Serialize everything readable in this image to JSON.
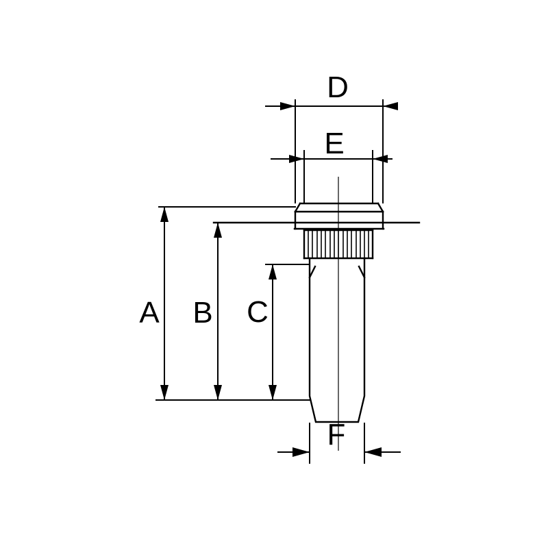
{
  "figure": {
    "kind": "technical-drawing",
    "subject": "wheel stud bolt with dimension callouts",
    "background_color": "#ffffff",
    "line_color": "#000000"
  },
  "labels": {
    "A": "A",
    "B": "B",
    "C": "C",
    "D": "D",
    "E": "E",
    "F": "F"
  }
}
